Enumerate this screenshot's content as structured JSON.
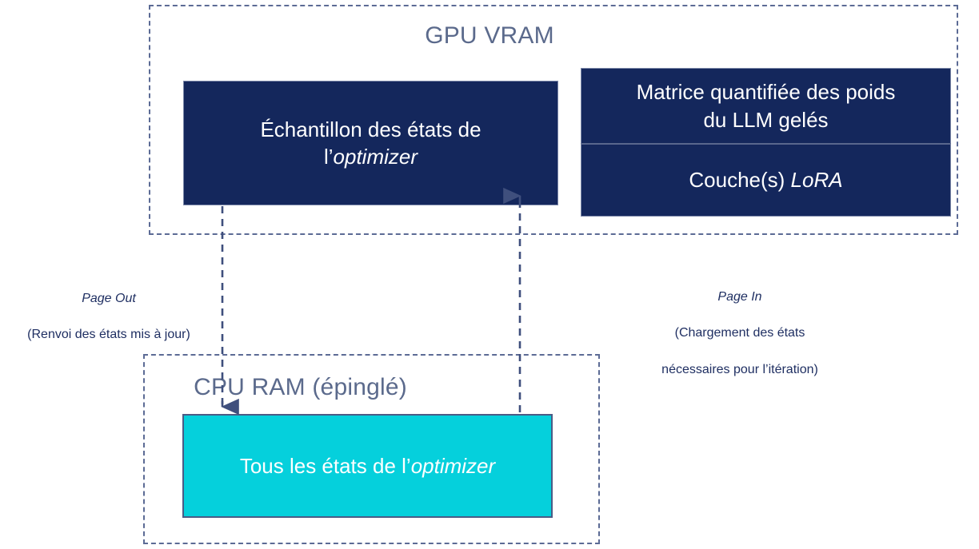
{
  "diagram": {
    "title_hidden": "",
    "colors": {
      "navy": "#14275c",
      "cyan": "#05d0dc",
      "dashed_border": "#5c6b95",
      "region_title": "#5b6a8c",
      "label_text": "#1f2f62",
      "box_text": "#ffffff"
    }
  },
  "gpu_region": {
    "title": "GPU VRAM",
    "optimizer_sample_box": {
      "line1": "Échantillon des états de",
      "line2_prefix": "l’",
      "line2_italic": "optimizer"
    },
    "quantized_weights_box": {
      "line1": "Matrice quantifiée des poids",
      "line2": "du LLM gelés"
    },
    "lora_layers_box": {
      "prefix": "Couche(s) ",
      "italic": "LoRA"
    }
  },
  "cpu_region": {
    "title": "CPU RAM (épinglé)",
    "all_optimizer_states_box": {
      "prefix": "Tous les états de l’",
      "italic": "optimizer"
    }
  },
  "transfers": {
    "page_out": {
      "title": "Page Out",
      "subtitle": "(Renvoi des états mis à jour)"
    },
    "page_in": {
      "title": "Page In",
      "subtitle_line1": "(Chargement des états",
      "subtitle_line2": "nécessaires pour l’itération)"
    }
  }
}
